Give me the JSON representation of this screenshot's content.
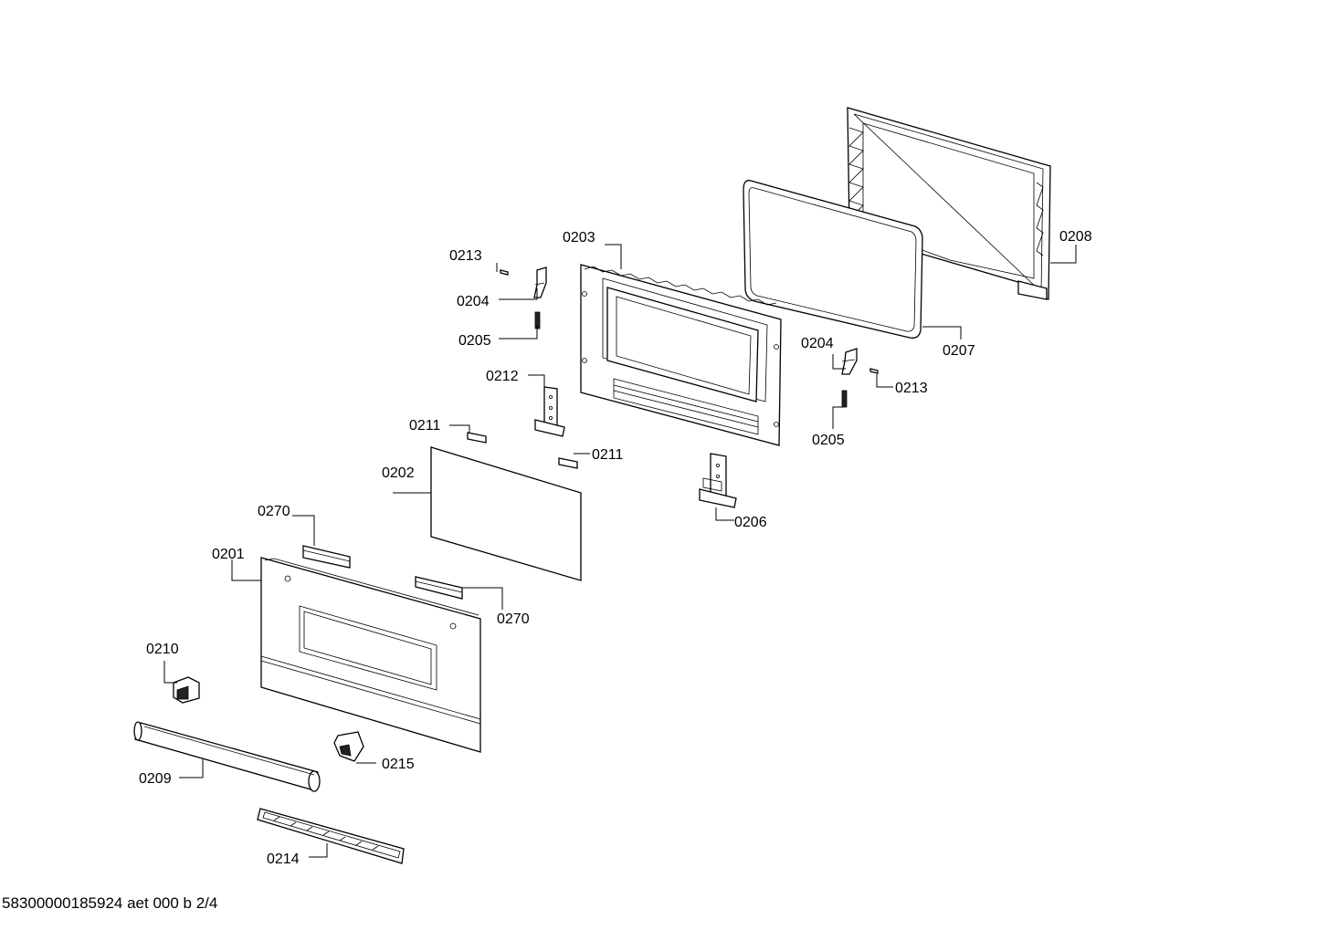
{
  "labels": {
    "p0201": "0201",
    "p0202": "0202",
    "p0203": "0203",
    "p0204a": "0204",
    "p0204b": "0204",
    "p0205a": "0205",
    "p0205b": "0205",
    "p0206": "0206",
    "p0207": "0207",
    "p0208": "0208",
    "p0209": "0209",
    "p0210": "0210",
    "p0211a": "0211",
    "p0211b": "0211",
    "p0212": "0212",
    "p0213a": "0213",
    "p0213b": "0213",
    "p0214": "0214",
    "p0215": "0215",
    "p0270a": "0270",
    "p0270b": "0270"
  },
  "footer": "58300000185924 aet 000 b 2/4"
}
